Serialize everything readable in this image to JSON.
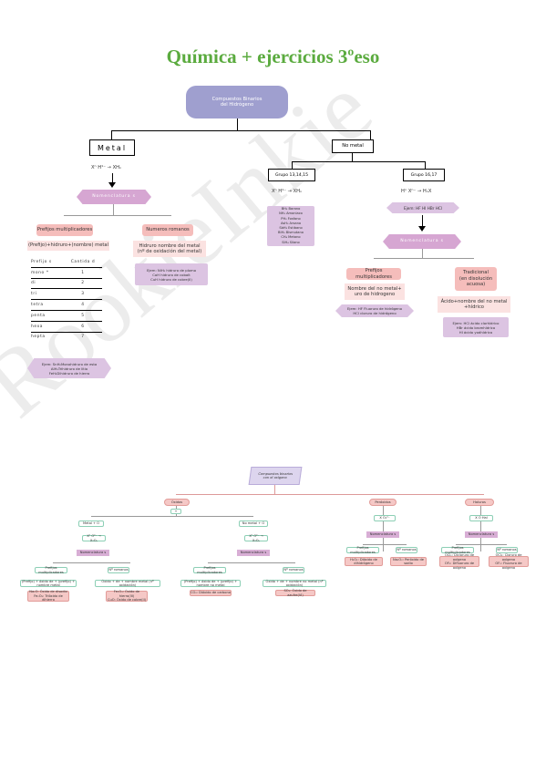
{
  "header": {
    "title": "Química + ejercicios 3ºeso"
  },
  "watermark": "RookieInkie",
  "top": {
    "root": "Compuestos    Binarios\ndel    Hidrógeno",
    "metal": {
      "label": "Metal",
      "formula": "Xⁿ  H¹⁻  →  XHₙ",
      "nomenclature": "Nomenclatura   s",
      "prefijos": "Prefijos multiplicadores",
      "prefijos_formula": "(Prefijo)+hidruro+(nombre) metal",
      "numeros_romanos": "Numeros romanos",
      "romanos_formula": "Hidruro nombre del metal\n(nº de oxidación del metal)",
      "romanos_example": "Ejem: NiH₂ hidruro de plomo\nCoH hidruro de cobalt\nCuH hidruro de cobre(II)",
      "table_headers": [
        "Prefijo  s",
        "Cantida  d"
      ],
      "table_rows": [
        [
          "mono  *",
          "1"
        ],
        [
          "di",
          "2"
        ],
        [
          "tri",
          "3"
        ],
        [
          "tetra",
          "4"
        ],
        [
          "penta",
          "5"
        ],
        [
          "hexa",
          "6"
        ],
        [
          "hepta",
          "7"
        ]
      ],
      "prefijos_example": "Ejem: SnH₂Monohidruro de esta\nAlH₃Trihidruro de litio\nFeH₂Dihidruro de hierro"
    },
    "nometal": {
      "label": "No  metal",
      "grupo1": "Grupo 13,14,15",
      "grupo1_formula": "Xⁿ  H¹⁻  →  XHₙ",
      "grupo1_list": "BH₃  Borano\nNH₃  Amoniaco\nPH₃  Fosfano\nAsH₃  Arsano\nSbH₃  Estibano\nBiH₃  Bismutano\nCH₄  Metano\nSiH₄  Silano",
      "grupo2": "Grupo 16,17",
      "grupo2_formula": "Hˣ  Xⁿ⁻  →  HₙX",
      "grupo2_example": "Ejem:  HF  HI  HBr  HCl",
      "nomenclature": "Nomenclatura   s",
      "prefijos": "Prefijos multiplicadores",
      "prefijos_formula": "Nombre del no metal+\nuro de hidrogeno",
      "prefijos_example": "Ejem: HF Fluoruro de hidrógeno\nHCl cloruro de hidrógeno",
      "tradicional": "Tradicional\n(en disolución\nacuosa)",
      "tradicional_formula": "Ácido+nombre del no metal\n+hídrico",
      "tradicional_example": "Ejem: HCl ácido clorhídrico\nHBr ácido bromhídrico\nHI ácido yodhídrico"
    }
  },
  "bottom": {
    "root": "Compuestos binarios\ncon el oxígeno",
    "oxidos": "Óxidos",
    "peroxidos": "Peróxidos",
    "haluros": "Haluros",
    "subs": {
      "o_metal": "Metal + O",
      "o_no_metal": "No metal + O",
      "o_formula_a": "Xⁿ  O²⁻  →  X₂Oₙ",
      "o_formula_b": "Xⁿ  O²⁻  →  X₂Oₙ",
      "p_formula": "X  O₂²⁻",
      "h_formula": "X  O  Hal",
      "nom": "Nomenclatura s",
      "prefijos": "Prefijos multiplicadores",
      "stock": "Nº romanos",
      "a1": "(Prefijo) + óxido de + (prefijo) + nombre metal",
      "a2": "Óxido + de + nombre metal (nº oxidación)",
      "a1e": "Na₂O: Óxido de disodio\nFe₂O₃: Trióxido de dihierro",
      "a2e": "Fe₂O₃: Óxido de hierro(III)\nCuO: Óxido de cobre(II)",
      "b1": "(Prefijo) + óxido de + (prefijo) + nombre no metal",
      "b2": "Óxido + de + nombre no metal (nº oxidación)",
      "b1e": "CO₂: Dióxido de carbono",
      "b2e": "SO₃: Óxido de azufre(VI)",
      "p1": "Prefijos multiplicadores",
      "p2": "Nº romanos",
      "p1e": "H₂O₂: Dióxido de dihidrógeno",
      "p2e": "Na₂O₂: Peróxido de sodio",
      "h1": "Prefijos multiplicadores",
      "h2": "Nº romanos",
      "h1e": "OCl₂: Dicloruro de oxígeno\nOF₂: Difluoruro de oxígeno",
      "h2e": "OCl₂: Cloruro de oxígeno\nOF₂: Fluoruro de oxígeno"
    }
  }
}
